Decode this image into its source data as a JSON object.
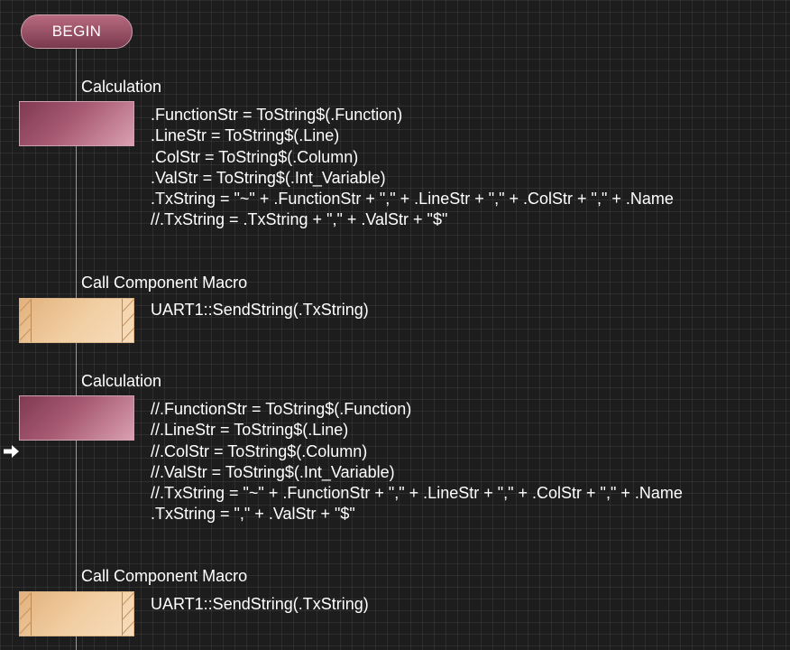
{
  "begin_label": "BEGIN",
  "icons": [
    {
      "type": "calculation",
      "title": "Calculation",
      "lines": [
        ".FunctionStr = ToString$(.Function)",
        ".LineStr = ToString$(.Line)",
        ".ColStr = ToString$(.Column)",
        ".ValStr = ToString$(.Int_Variable)",
        ".TxString = \"~\" + .FunctionStr + \",\" + .LineStr + \",\" + .ColStr + \",\" + .Name",
        "//.TxString = .TxString + \",\" + .ValStr + \"$\""
      ]
    },
    {
      "type": "call-component-macro",
      "title": "Call Component Macro",
      "lines": [
        "UART1::SendString(.TxString)"
      ]
    },
    {
      "type": "calculation",
      "title": "Calculation",
      "lines": [
        "//.FunctionStr = ToString$(.Function)",
        "//.LineStr = ToString$(.Line)",
        "//.ColStr = ToString$(.Column)",
        "//.ValStr = ToString$(.Int_Variable)",
        "//.TxString = \"~\" + .FunctionStr + \",\" + .LineStr + \",\" + .ColStr + \",\" + .Name",
        ".TxString = \",\" + .ValStr + \"$\""
      ]
    },
    {
      "type": "call-component-macro",
      "title": "Call Component Macro",
      "lines": [
        "UART1::SendString(.TxString)"
      ]
    }
  ],
  "icon_names": {
    "execution_pointer": "arrow-right-icon"
  },
  "colors": {
    "background": "#1d1d1d",
    "calculation": "#a85a73",
    "component_macro": "#f2cfa4",
    "begin": "#9a4d63"
  }
}
